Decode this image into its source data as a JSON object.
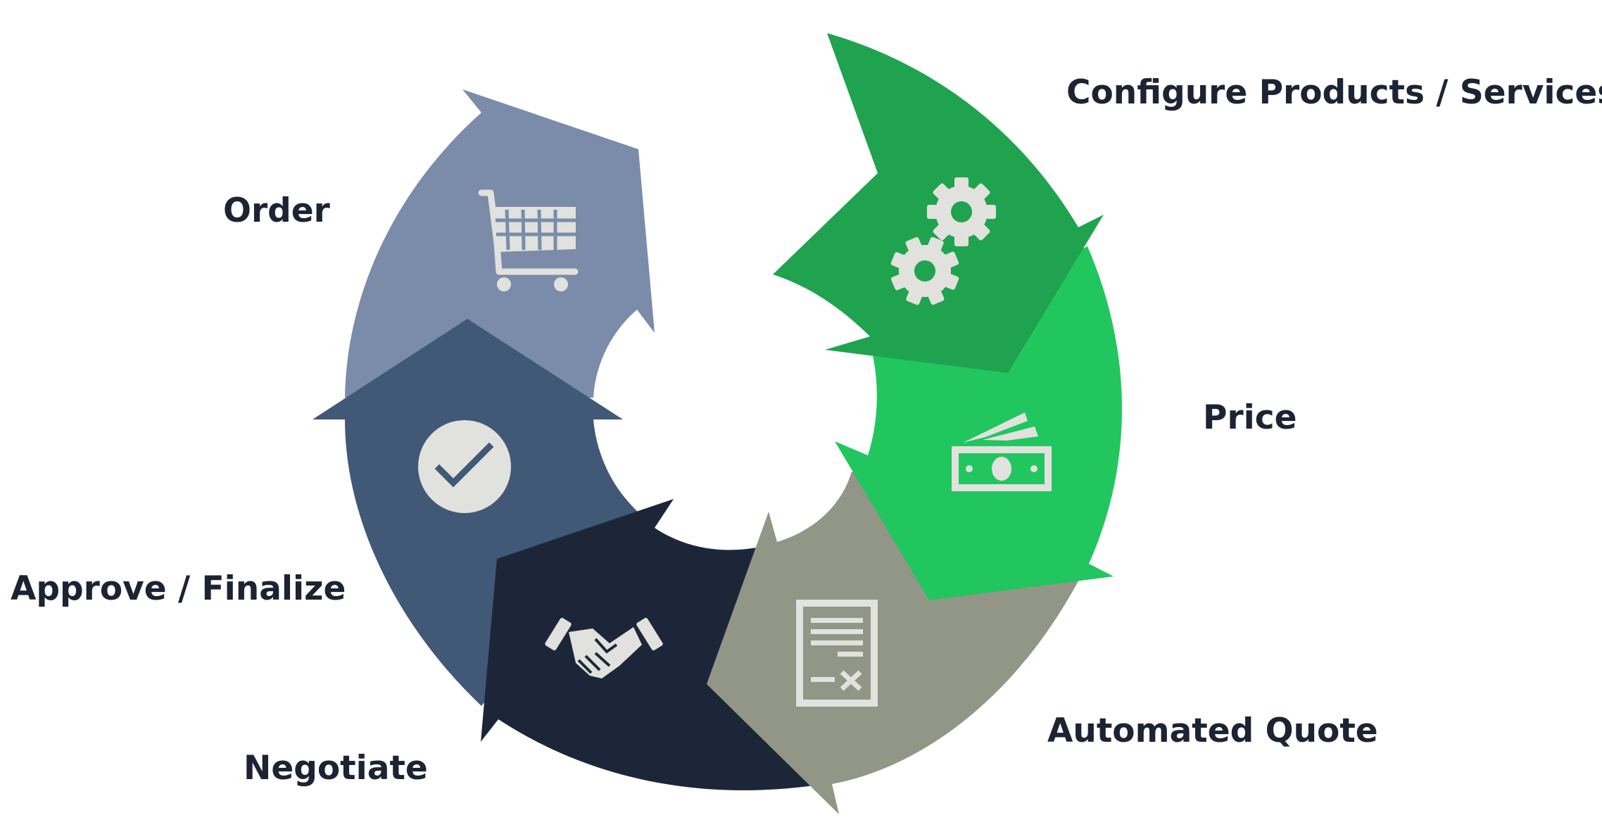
{
  "diagram": {
    "label_color": "#1c2333",
    "icon_color": "#e1e1dd",
    "stages": [
      {
        "id": "configure",
        "label": "Configure Products / Services",
        "color": "#1fa34f",
        "icon": "gears-icon"
      },
      {
        "id": "price",
        "label": "Price",
        "color": "#22c65f",
        "icon": "money-icon"
      },
      {
        "id": "quote",
        "label": "Automated Quote",
        "color": "#929687",
        "icon": "document-icon"
      },
      {
        "id": "negotiate",
        "label": "Negotiate",
        "color": "#1d2639",
        "icon": "handshake-icon"
      },
      {
        "id": "approve",
        "label": "Approve / Finalize",
        "color": "#415876",
        "icon": "checkmark-icon"
      },
      {
        "id": "order",
        "label": "Order",
        "color": "#7a8ca9",
        "icon": "shopping-cart-icon"
      }
    ]
  }
}
